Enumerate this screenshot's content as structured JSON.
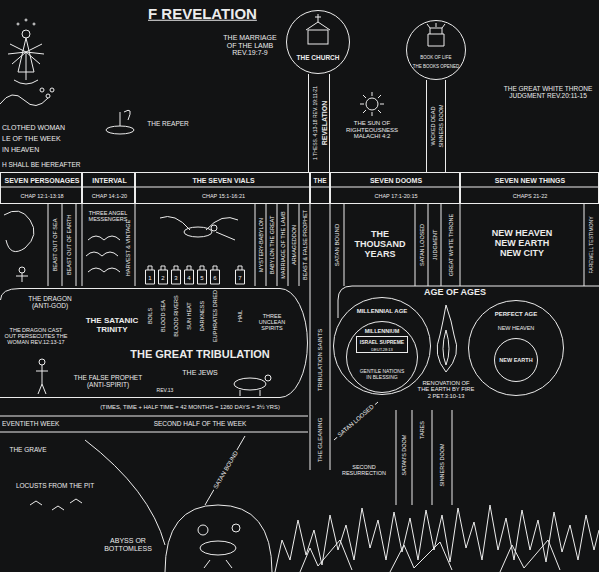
{
  "diagram": {
    "title": "F REVELATION",
    "nodes": [
      {
        "text": [
          "THE CHURCH"
        ]
      },
      {
        "text": [
          "1 THESS. 4:13-18 REV. 19:11-21",
          "REVELATION"
        ]
      },
      {
        "text": [
          "BOOK OF LIFE",
          "THE BOOKS OPENED"
        ]
      },
      {
        "text": [
          "WICKED DEAD",
          "SINNERS DOOM"
        ]
      },
      {
        "text": [
          "SEVEN PERSONAGES",
          "CHAP 12:1-13:18"
        ]
      },
      {
        "text": [
          "INTERVAL",
          "CHAP 14:1-20"
        ]
      },
      {
        "text": [
          "THE SEVEN VIALS",
          "CHAP 15:1-16:21"
        ]
      },
      {
        "text": [
          "THE"
        ]
      },
      {
        "text": [
          "SEVEN DOOMS",
          "CHAP 17:1-20:15"
        ]
      },
      {
        "text": [
          "SEVEN NEW THINGS",
          "CHAPS 21-22"
        ]
      },
      {
        "text": [
          "THE GREAT TRIBULATION"
        ]
      },
      {
        "text": [
          "MILLENNIAL AGE"
        ]
      },
      {
        "text": [
          "MILLENNIUM",
          "GENTILE NATIONS IN BLESSING"
        ],
        "in": 11
      },
      {
        "text": [
          "ISRAEL SUPREME",
          "DEUT.28:13"
        ],
        "in": 12
      },
      {
        "text": [
          "PERFECT AGE",
          "NEW HEAVEN"
        ]
      },
      {
        "text": [
          "NEW EARTH"
        ],
        "in": 14
      }
    ],
    "labels": [
      "CLOTHED WOMAN",
      "LE OF THE WEEK",
      "IN HEAVEN",
      "THE REAPER",
      "H SHALL BE HEREAFTER",
      "THE MARRIAGE OF THE LAMB REV.19:7-9",
      "THE SUN OF RIGHTEOUSNESS MALACHI 4:2",
      "THE GREAT WHITE THRONE JUDGMENT REV.20:11-15",
      "BEAST OUT OF SEA",
      "BEAST OUT OF EARTH",
      "THREE ANGEL MESSENGERS",
      "HARVEST & VINTAGE",
      "MYSTERY-BABYLON",
      "BABYLON THE GREAT",
      "MARRIAGE OF THE LAMB",
      "ARMAGEDDON",
      "BEAST & FALSE PROPHET",
      "SATAN BOUND",
      "THE THOUSAND YEARS",
      "SATAN LOOSED",
      "JUDGMENT",
      "GREAT WHITE THRONE",
      "NEW HEAVEN NEW EARTH NEW CITY",
      "FAREWELL TESTIMONY",
      "1",
      "2",
      "3",
      "4",
      "5",
      "6",
      "7",
      "BOILS",
      "BLOOD SEA",
      "BLOOD RIVERS",
      "SUN HEAT",
      "DARKNESS",
      "EUPHRATES DRIED",
      "HAIL",
      "THREE UNCLEAN SPIRITS",
      "THE DRAGON (ANTI-GOD)",
      "THE DRAGON CAST OUT PERSECUTES THE WOMAN REV.12:13-17",
      "THE SATANIC TRINITY",
      "THE JEWS",
      "THE FALSE PROPHET (ANTI-SPIRIT)",
      "REV.13",
      "(TIMES, TIME + HALF TIME = 42 MONTHS = 1260 DAYS = 3½ YRS)",
      "EVENTIETH WEEK",
      "SECOND HALF OF THE WEEK",
      "TRIBULATION SAINTS",
      "THE GLEANING",
      "SATAN LOOSED",
      "SECOND RESURRECTION",
      "SATAN'S DOOM",
      "TARES",
      "SINNERS DOOM",
      "AGE OF AGES",
      "RENOVATION OF THE EARTH BY FIRE 2 PET.3:10-13",
      "THE GRAVE",
      "LOCUSTS FROM THE PIT",
      "SATAN BOUND",
      "ABYSS OR BOTTOMLESS"
    ]
  }
}
